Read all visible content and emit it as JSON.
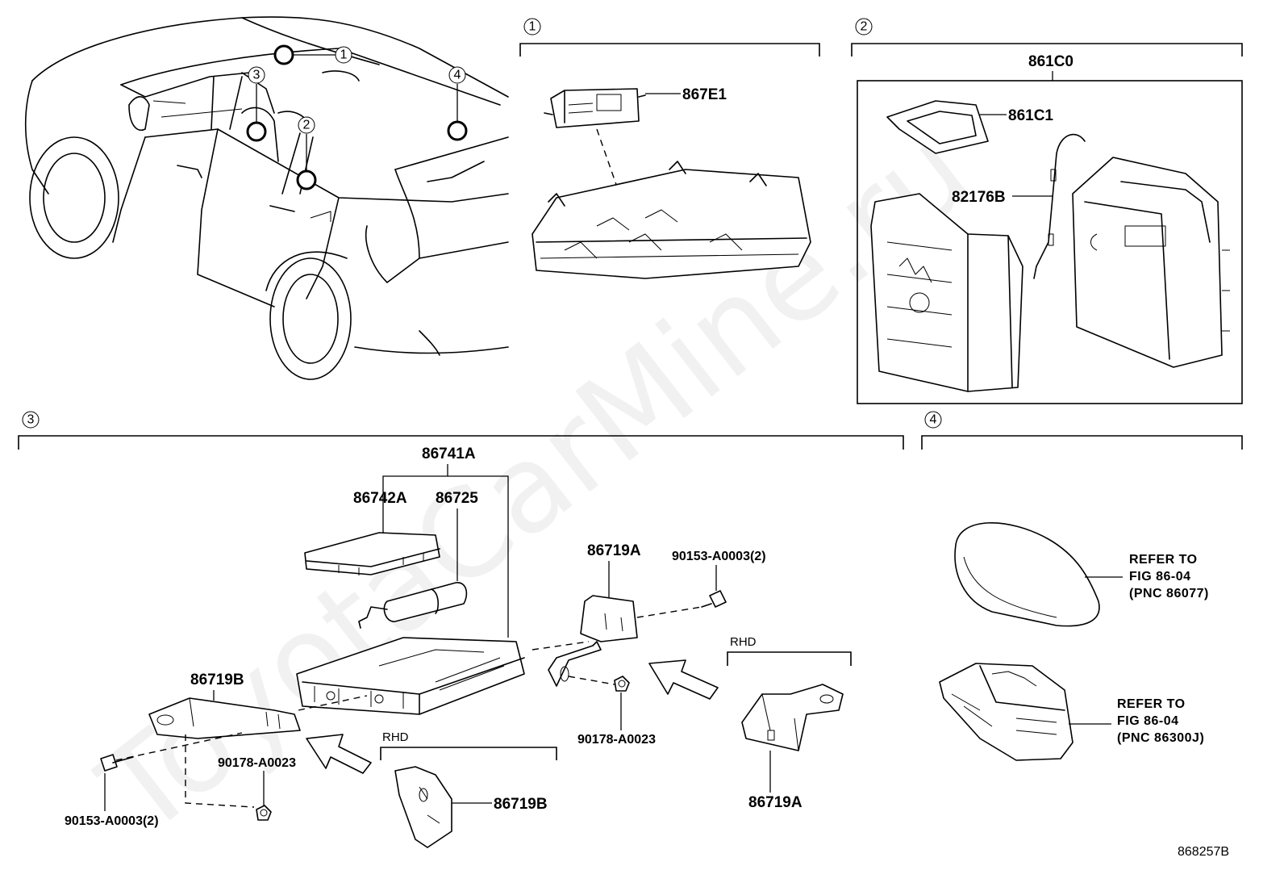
{
  "watermark": "ToyotaCarMine.ru",
  "diagram_id": "868257B",
  "callouts": {
    "c1": "1",
    "c2": "2",
    "c3": "3",
    "c4": "4"
  },
  "sections": {
    "s1": "1",
    "s2": "2",
    "s3": "3",
    "s4": "4"
  },
  "parts": {
    "p867E1": "867E1",
    "p861C0": "861C0",
    "p861C1": "861C1",
    "p82176B": "82176B",
    "p86741A": "86741A",
    "p86742A": "86742A",
    "p86725": "86725",
    "p86719A_main": "86719A",
    "p86719A_rhd": "86719A",
    "p86719B_main": "86719B",
    "p86719B_rhd": "86719B",
    "p90153_right": "90153-A0003(2)",
    "p90153_left": "90153-A0003(2)",
    "p90178_right": "90178-A0023",
    "p90178_left": "90178-A0023"
  },
  "rhd_labels": {
    "left": "RHD",
    "right": "RHD"
  },
  "refs": {
    "ref1": {
      "line1": "REFER TO",
      "line2": "FIG 86-04",
      "line3": "(PNC 86077)"
    },
    "ref2": {
      "line1": "REFER TO",
      "line2": "FIG 86-04",
      "line3": "(PNC 86300J)"
    }
  }
}
